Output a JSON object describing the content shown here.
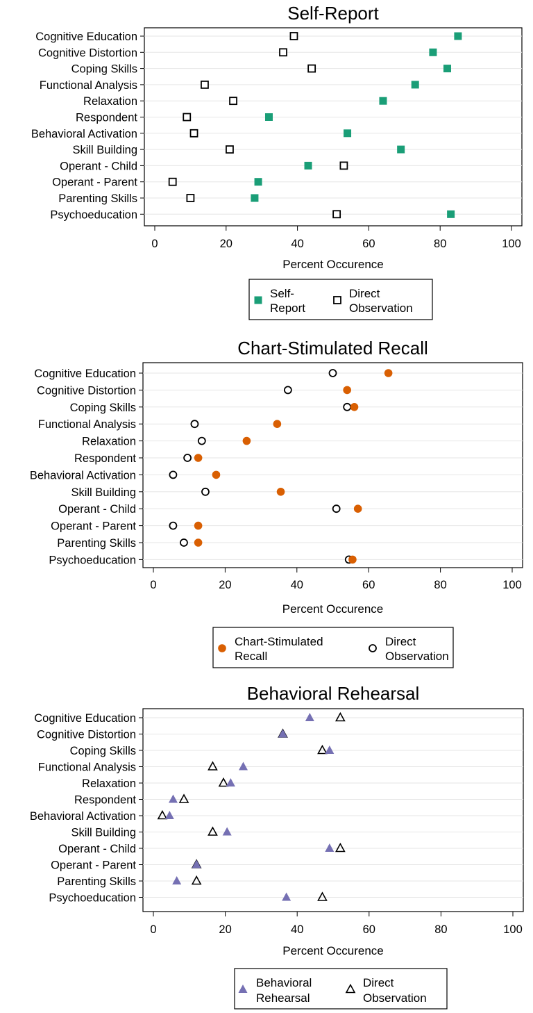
{
  "categories": [
    "Cognitive Education",
    "Cognitive Distortion",
    "Coping Skills",
    "Functional Analysis",
    "Relaxation",
    "Respondent",
    "Behavioral Activation",
    "Skill Building",
    "Operant - Child",
    "Operant - Parent",
    "Parenting Skills",
    "Psychoeducation"
  ],
  "chart_data": [
    {
      "type": "scatter",
      "title": "Self-Report",
      "xlabel": "Percent Occurence",
      "ylabel": "",
      "xlim": [
        0,
        100
      ],
      "xticks": [
        "0",
        "20",
        "40",
        "60",
        "80",
        "100"
      ],
      "grid": true,
      "legend_position": "bottom",
      "series": [
        {
          "name": "Self-Report",
          "marker": "square-filled",
          "color": "#1a9e77",
          "values": [
            85,
            78,
            82,
            73,
            64,
            32,
            54,
            69,
            43,
            29,
            28,
            83
          ]
        },
        {
          "name": "Direct Observation",
          "marker": "square-open",
          "color": "#000000",
          "values": [
            39,
            36,
            44,
            14,
            22,
            9,
            11,
            21,
            53,
            5,
            10,
            51
          ]
        }
      ],
      "legend_labels": [
        [
          "Self-",
          "Report"
        ],
        [
          "Direct",
          "Observation"
        ]
      ]
    },
    {
      "type": "scatter",
      "title": "Chart-Stimulated Recall",
      "xlabel": "Percent Occurence",
      "ylabel": "",
      "xlim": [
        0,
        100
      ],
      "xticks": [
        "0",
        "20",
        "40",
        "60",
        "80",
        "100"
      ],
      "grid": true,
      "legend_position": "bottom",
      "series": [
        {
          "name": "Chart-Stimulated Recall",
          "marker": "circle-filled",
          "color": "#d95f02",
          "values": [
            65.5,
            54,
            56,
            34.5,
            26,
            12.5,
            17.5,
            35.5,
            57,
            12.5,
            12.5,
            55.5
          ]
        },
        {
          "name": "Direct Observation",
          "marker": "circle-open",
          "color": "#000000",
          "values": [
            50,
            37.5,
            54,
            11.5,
            13.5,
            9.5,
            5.5,
            14.5,
            51,
            5.5,
            8.5,
            54.5
          ]
        }
      ],
      "legend_labels": [
        [
          "Chart-Stimulated",
          "Recall"
        ],
        [
          "Direct",
          "Observation"
        ]
      ]
    },
    {
      "type": "scatter",
      "title": "Behavioral Rehearsal",
      "xlabel": "Percent Occurence",
      "ylabel": "",
      "xlim": [
        0,
        100
      ],
      "xticks": [
        "0",
        "20",
        "40",
        "60",
        "80",
        "100"
      ],
      "grid": true,
      "legend_position": "bottom",
      "series": [
        {
          "name": "Behavioral Rehearsal",
          "marker": "triangle-filled",
          "color": "#7570b3",
          "values": [
            43.5,
            36,
            49,
            25,
            21.5,
            5.5,
            4.5,
            20.5,
            49,
            12,
            6.5,
            37
          ]
        },
        {
          "name": "Direct Observation",
          "marker": "triangle-open",
          "color": "#000000",
          "values": [
            52,
            36,
            47,
            16.5,
            19.5,
            8.5,
            2.5,
            16.5,
            52,
            12,
            12,
            47
          ]
        }
      ],
      "legend_labels": [
        [
          "Behavioral",
          "Rehearsal"
        ],
        [
          "Direct",
          "Observation"
        ]
      ]
    }
  ]
}
